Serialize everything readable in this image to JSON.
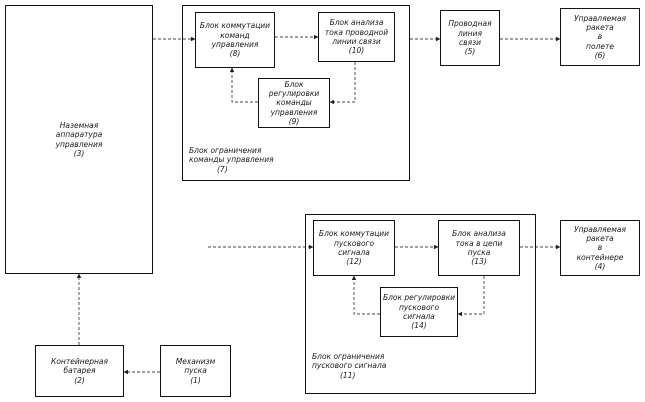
{
  "blocks": {
    "b1": {
      "lines": [
        "Механизм",
        "пуска",
        "(1)"
      ]
    },
    "b2": {
      "lines": [
        "Контейнерная",
        "батарея",
        "(2)"
      ]
    },
    "b3": {
      "lines": [
        "Наземная",
        "аппаратура",
        "управления",
        "(3)"
      ]
    },
    "b4": {
      "lines": [
        "Управляемая",
        "ракета",
        "в",
        "контейнере",
        "(4)"
      ]
    },
    "b5": {
      "lines": [
        "Проводная",
        "линия",
        "связи",
        "(5)"
      ]
    },
    "b6": {
      "lines": [
        "Управляемая",
        "ракета",
        "в",
        "полете",
        "(6)"
      ]
    },
    "b8": {
      "lines": [
        "Блок коммутации",
        "команд",
        "управления",
        "(8)"
      ]
    },
    "b9": {
      "lines": [
        "Блок регулировки",
        "команды",
        "управления",
        "(9)"
      ]
    },
    "b10": {
      "lines": [
        "Блок анализа",
        "тока проводной",
        "линии связи",
        "(10)"
      ]
    },
    "b12": {
      "lines": [
        "Блок коммутации",
        "пускового",
        "сигнала",
        "(12)"
      ]
    },
    "b13": {
      "lines": [
        "Блок анализа",
        "тока в цепи",
        "пуска",
        "(13)"
      ]
    },
    "b14": {
      "lines": [
        "Блок регулировки",
        "пускового",
        "сигнала",
        "(14)"
      ]
    }
  },
  "groups": {
    "g7": {
      "lines": [
        "Блок ограничения",
        "команды управления",
        "(7)"
      ]
    },
    "g11": {
      "lines": [
        "Блок ограничения",
        "пускового сигнала",
        "(11)"
      ]
    }
  }
}
